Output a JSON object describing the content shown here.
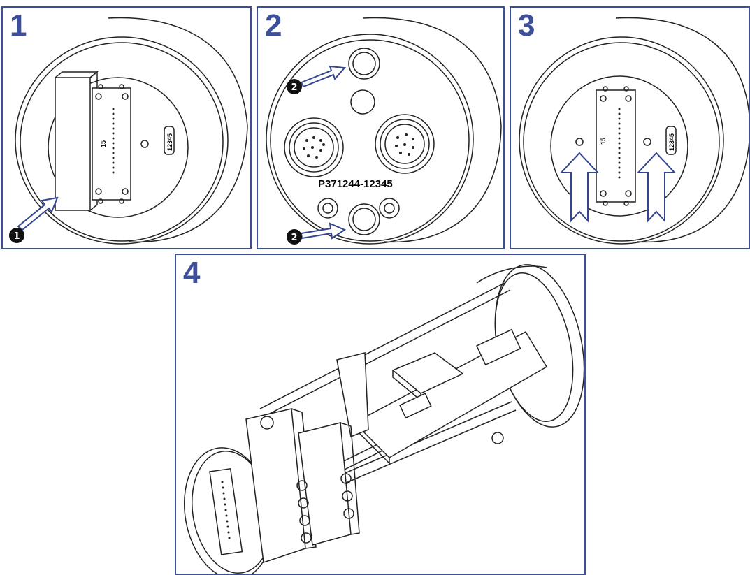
{
  "panels": [
    {
      "number": "1",
      "label": "panel-1"
    },
    {
      "number": "2",
      "label": "panel-2"
    },
    {
      "number": "3",
      "label": "panel-3"
    },
    {
      "number": "4",
      "label": "panel-4"
    }
  ],
  "labels": {
    "model_code": "P371244-12345",
    "serial_tag": "12345",
    "terminal_marking": "15",
    "callout_1": "1",
    "callout_2": "2"
  },
  "colors": {
    "frame": "#3d4f9a",
    "panel_number": "#3d4f9a",
    "arrow_fill": "#ffffff",
    "arrow_stroke": "#34458f",
    "line_art": "#222222"
  },
  "icons": [
    "arrow-icon",
    "callout-badge-icon"
  ]
}
